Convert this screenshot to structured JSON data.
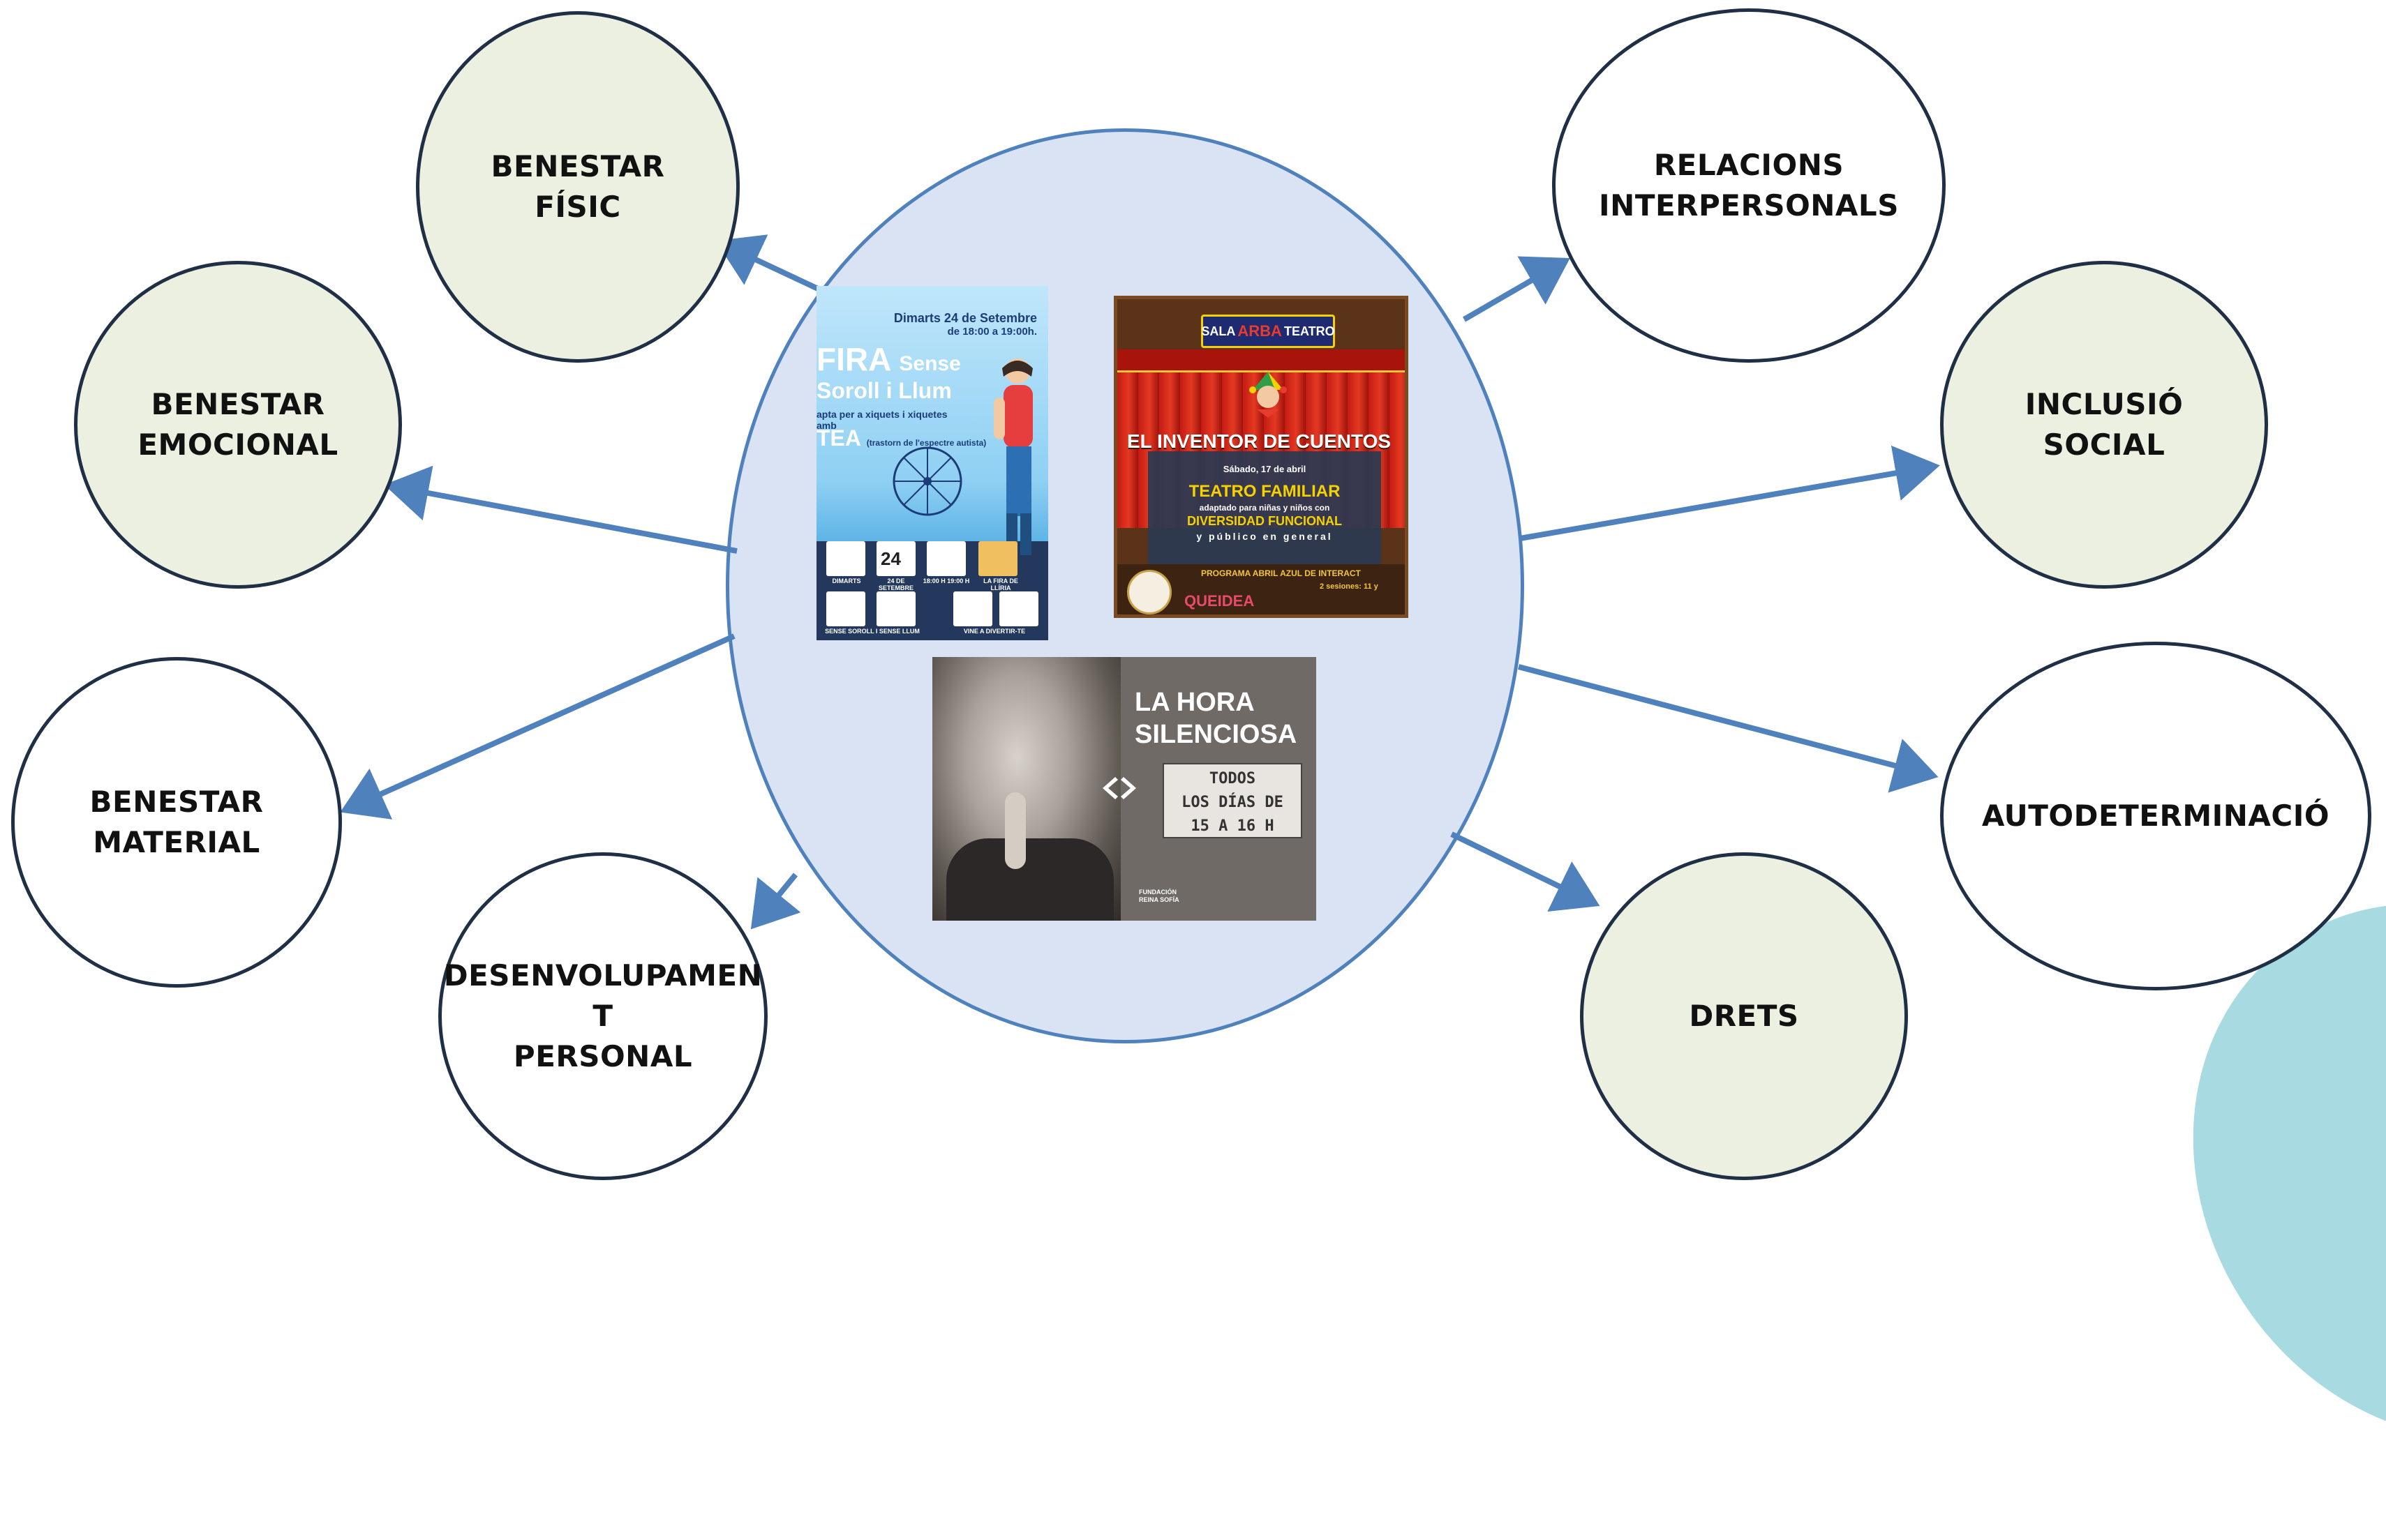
{
  "nodes": {
    "benestar_fisic": "BENESTAR\nFÍSIC",
    "benestar_emocional": "BENESTAR\nEMOCIONAL",
    "benestar_material": "BENESTAR\nMATERIAL",
    "desenvolupament_personal": "DESENVOLUPAMEN\nT\nPERSONAL",
    "relacions_interpersonals": "RELACIONS\nINTERPERSONALS",
    "inclusio_social": "INCLUSIÓ\nSOCIAL",
    "autodeterminacio": "AUTODETERMINACIÓ",
    "drets": "DRETS"
  },
  "colors": {
    "center_fill": "#dae3f3",
    "center_stroke": "#4f81bd",
    "node_fill": "#ebf0e0",
    "node_stroke": "#1f2f45",
    "arrow": "#4f81bd",
    "corner_blob": "#a8dbe1"
  },
  "poster_fira": {
    "date": "Dimarts 24 de Setembre",
    "hours": "de 18:00 a 19:00h.",
    "title": "FIRA",
    "title_small": "Sense",
    "subtitle": "Soroll i Llum",
    "line": "apta per a xiquets i xiquetes amb",
    "tea": "TEA",
    "tea_note": "(trastorn de l'espectre autista)",
    "cell_day": "24",
    "cap1": "DIMARTS",
    "cap2": "24 DE SETEMBRE",
    "cap3": "18:00 H 19:00 H",
    "cap4": "LA FIRA DE LLÍRIA",
    "cap5": "SENSE SOROLL I SENSE LLUM",
    "cap6": "VINE A DIVERTIR-TE"
  },
  "poster_teatro": {
    "sala1": "SALA",
    "arba": "ARBA",
    "sala2": "TEATRO",
    "title": "EL INVENTOR DE CUENTOS",
    "date": "Sábado, 17 de abril",
    "kind": "TEATRO FAMILIAR",
    "adapted": "adaptado para niñas y niños con",
    "diversity": "DIVERSIDAD FUNCIONAL",
    "public": "y público en general",
    "program": "PROGRAMA ABRIL AZUL DE INTERACT",
    "sessions": "2 sesiones: 11 y",
    "brand": "QUEIDEA"
  },
  "poster_hora": {
    "title": "LA HORA\nSILENCIOSA",
    "box": "TODOS\nLOS DÍAS DE\n15 A 16 H",
    "foundation": "FUNDACIÓN\nREINA SOFÍA"
  }
}
